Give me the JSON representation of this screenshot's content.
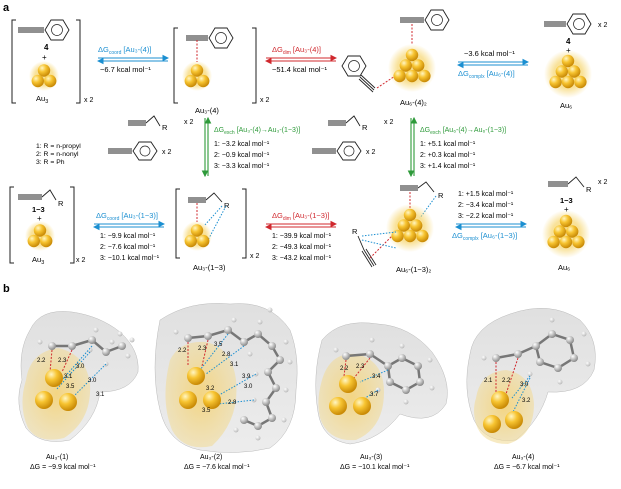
{
  "panel_a": {
    "label": "a",
    "top_left": {
      "label": "Au",
      "sub": "3",
      "ligand_num": "4",
      "mult": "x 2"
    },
    "top_coord": {
      "delta": "ΔG",
      "sub": "coord",
      "tag": "[Au₃-(4)]",
      "value": "−6.7 kcal mol⁻¹"
    },
    "top_au3_4": {
      "label": "Au₃-(4)",
      "mult": "x 2"
    },
    "top_dim": {
      "delta": "ΔG",
      "sub": "dim",
      "tag": "[Au₃-(4)]",
      "value": "−51.4 kcal mol⁻¹"
    },
    "top_au6_4_2": {
      "label": "Au₆-(4)₂"
    },
    "top_complx": {
      "value": "−3.6 kcal mol⁻¹",
      "delta": "ΔG",
      "sub": "complx",
      "tag": "[Au₆-(4)]"
    },
    "top_right": {
      "label": "Au₆",
      "ligand_num": "4",
      "mult": "x 2"
    },
    "legend": [
      "1: R = n-propyl",
      "2: R = n-nonyl",
      "3: R = Ph"
    ],
    "mid_r_mult": "x 2",
    "mid_ph_mult": "x 2",
    "exch_left": {
      "delta": "ΔG",
      "sub": "exch",
      "tag": "[Au₃-(4)→Au₃-(1−3)]",
      "values": [
        "1: −3.2 kcal mol⁻¹",
        "2: −0.9 kcal mol⁻¹",
        "3: −3.3 kcal mol⁻¹"
      ]
    },
    "exch_right": {
      "delta": "ΔG",
      "sub": "exch",
      "tag": "[Au₆-(4)→Au₆-(1−3)]",
      "values": [
        "1: +5.1 kcal mol⁻¹",
        "2: +0.3 kcal mol⁻¹",
        "3: +1.4 kcal mol⁻¹"
      ]
    },
    "bot_left": {
      "label": "Au",
      "sub": "3",
      "ligand_num": "1−3",
      "R": "R",
      "mult": "x 2"
    },
    "bot_coord": {
      "delta": "ΔG",
      "sub": "coord",
      "tag": "[Au₃-(1−3)]",
      "values": [
        "1: −9.9 kcal mol⁻¹",
        "2: −7.6 kcal mol⁻¹",
        "3: −10.1 kcal mol⁻¹"
      ]
    },
    "bot_au3_13": {
      "label": "Au₃-(1−3)",
      "R": "R",
      "mult": "x 2"
    },
    "bot_dim": {
      "delta": "ΔG",
      "sub": "dim",
      "tag": "[Au₃-(1−3)]",
      "values": [
        "1: −39.9 kcal mol⁻¹",
        "2: −49.3 kcal mol⁻¹",
        "3: −43.2 kcal mol⁻¹"
      ]
    },
    "bot_au6_13_2": {
      "label": "Au₆-(1−3)₂",
      "R": "R"
    },
    "bot_complx": {
      "values": [
        "1: +1.5 kcal mol⁻¹",
        "2: −3.4 kcal mol⁻¹",
        "3: −2.2 kcal mol⁻¹"
      ],
      "delta": "ΔG",
      "sub": "complx",
      "tag": "[Au₆-(1−3)]"
    },
    "bot_right": {
      "label": "Au₆",
      "ligand_num": "1−3",
      "R": "R",
      "mult": "x 2"
    }
  },
  "panel_b": {
    "label": "b",
    "items": [
      {
        "name": "Au₃-(1)",
        "dg": "ΔG = −9.9 kcal mol⁻¹",
        "dists": [
          "2.2",
          "2.3",
          "3.0",
          "3.1",
          "3.5",
          "3.0",
          "3.1"
        ]
      },
      {
        "name": "Au₃-(2)",
        "dg": "ΔG = −7.6 kcal mol⁻¹",
        "dists": [
          "2.2",
          "2.3",
          "3.5",
          "2.8",
          "3.1",
          "3.9",
          "3.0",
          "3.2",
          "3.5",
          "2.8"
        ]
      },
      {
        "name": "Au₃-(3)",
        "dg": "ΔG = −10.1 kcal mol⁻¹",
        "dists": [
          "2.2",
          "2.3",
          "3.4",
          "3.7"
        ]
      },
      {
        "name": "Au₃-(4)",
        "dg": "ΔG = −6.7 kcal mol⁻¹",
        "dists": [
          "2.1",
          "2.2",
          "3.0",
          "3.2"
        ]
      }
    ]
  },
  "colors": {
    "blue": "#1b8fd1",
    "red": "#d0282e",
    "green": "#2e9a3a",
    "gold": "#f2b21c"
  }
}
